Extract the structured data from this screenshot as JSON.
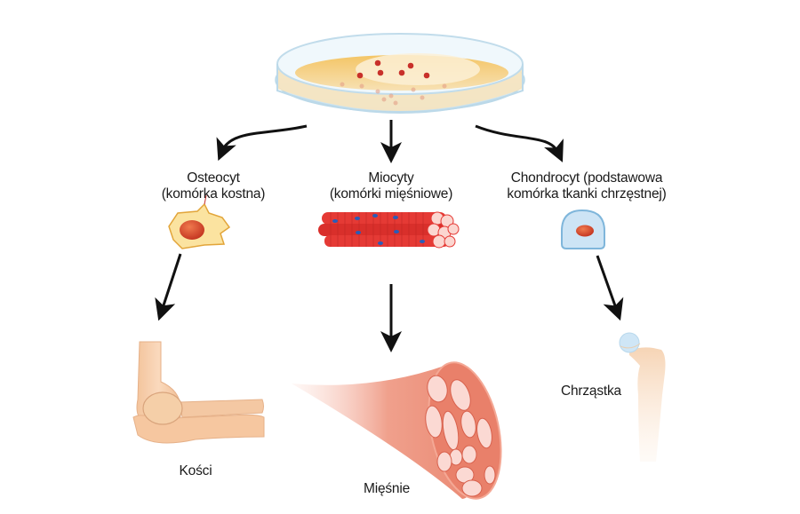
{
  "diagram": {
    "source": {
      "name": "petri-dish"
    },
    "cell_types": [
      {
        "id": "osteocyte",
        "title": "Osteocyt",
        "subtitle": "(komórka kostna)"
      },
      {
        "id": "myocyte",
        "title": "Miocyty",
        "subtitle": "(komórki mięśniowe)"
      },
      {
        "id": "chondrocyte",
        "title": "Chondrocyt (podstawowa",
        "subtitle": "komórka tkanki chrzęstnej)"
      }
    ],
    "tissues": [
      {
        "id": "bone",
        "label": "Kości"
      },
      {
        "id": "muscle",
        "label": "Mięśnie"
      },
      {
        "id": "cartilage",
        "label": "Chrząstka"
      }
    ],
    "colors": {
      "arrow": "#111111",
      "dish_glass": "#cfe6f2",
      "dish_medium": "#f3cf86",
      "cell_dot": "#c8302a",
      "osteocyte_body": "#fbe3a0",
      "myocyte_red": "#e53a35",
      "myocyte_nucleus": "#2a5cb8",
      "chondrocyte_body": "#cde4f5",
      "muscle_pink": "#ef9a86",
      "bone_tan": "#f5c9a2",
      "cartilage_blue": "#bfe0f4"
    }
  }
}
